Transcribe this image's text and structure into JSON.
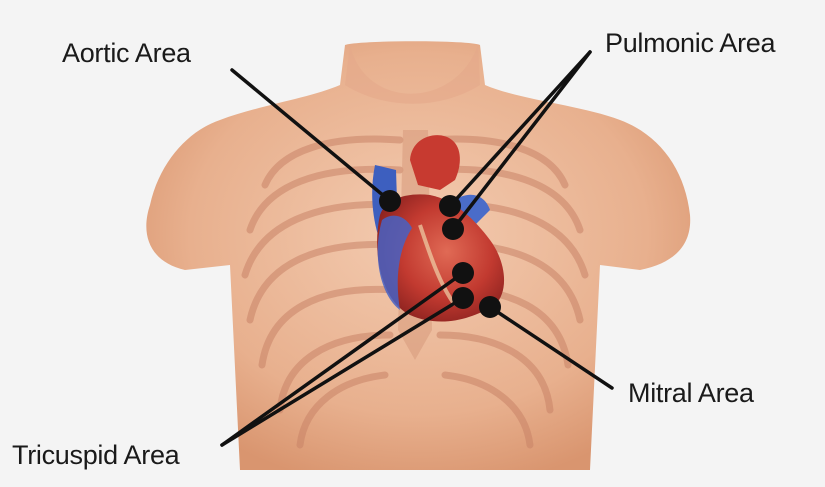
{
  "labels": {
    "aortic": "Aortic Area",
    "pulmonic": "Pulmonic Area",
    "mitral": "Mitral Area",
    "tricuspid": "Tricuspid Area"
  },
  "colors": {
    "background": "#f4f4f4",
    "skin": "#e8b493",
    "heart_red": "#c9322c",
    "vein_blue": "#3d5fbf",
    "marker": "#111111"
  }
}
